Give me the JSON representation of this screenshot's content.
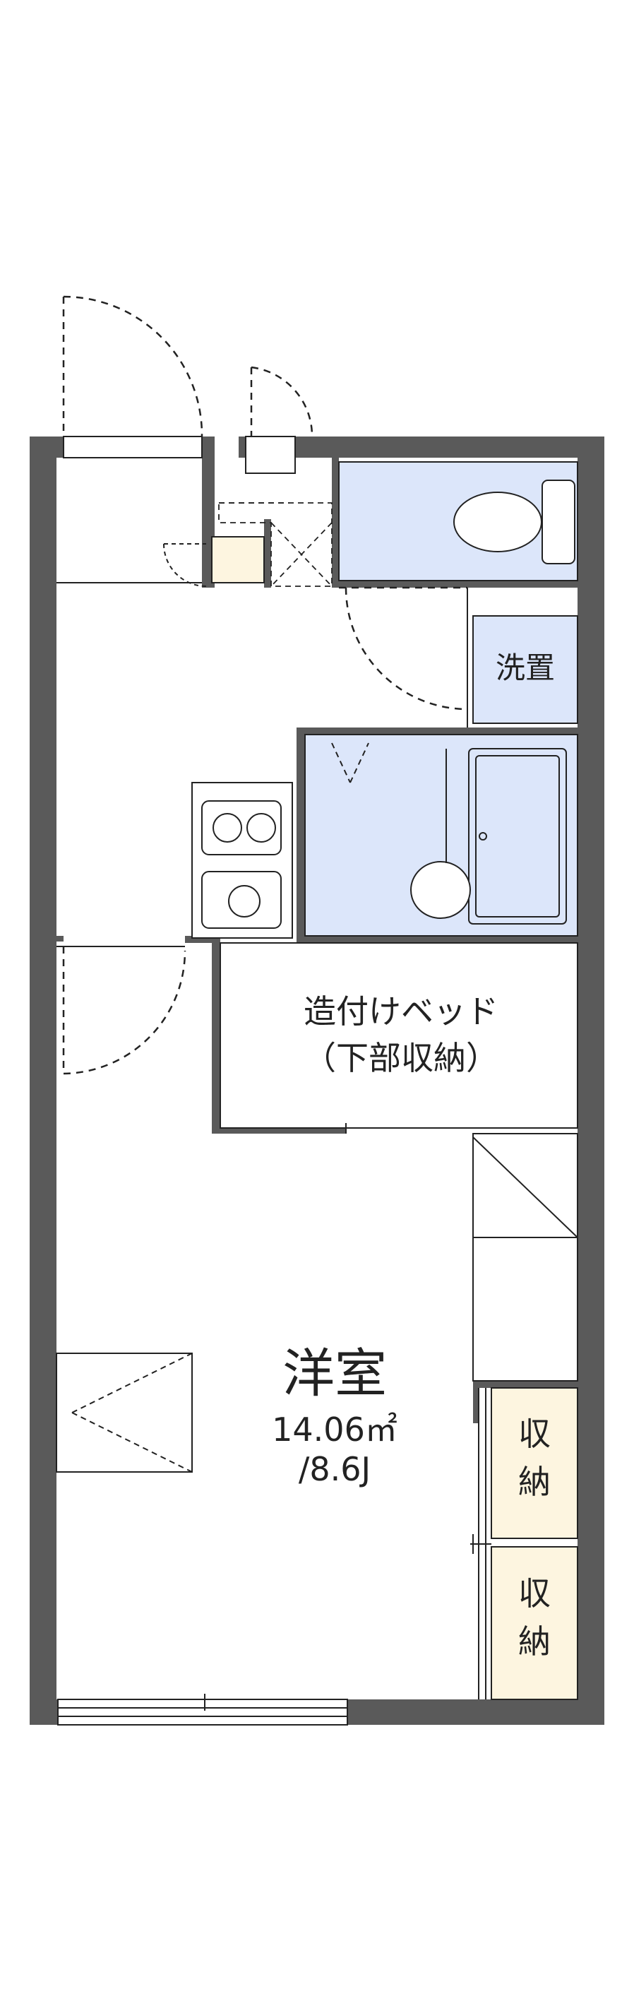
{
  "colors": {
    "wall": "#5a5a5a",
    "wet_area": "#dce6fa",
    "storage": "#fdf5e0",
    "line": "#222222"
  },
  "rooms": {
    "washing_machine": {
      "label": "洗置"
    },
    "built_in_bed": {
      "line1": "造付けベッド",
      "line2": "（下部収納）"
    },
    "western_room": {
      "name": "洋室",
      "area": "14.06㎡",
      "tatami": "/8.6J"
    },
    "storage_upper": {
      "line1": "収",
      "line2": "納"
    },
    "storage_lower": {
      "line1": "収",
      "line2": "納"
    }
  },
  "icons": [
    "toilet-icon",
    "bathtub-icon",
    "washbasin-icon",
    "kitchen-stove-icon",
    "kitchen-sink-icon",
    "shoe-cabinet-icon",
    "desk-icon"
  ]
}
